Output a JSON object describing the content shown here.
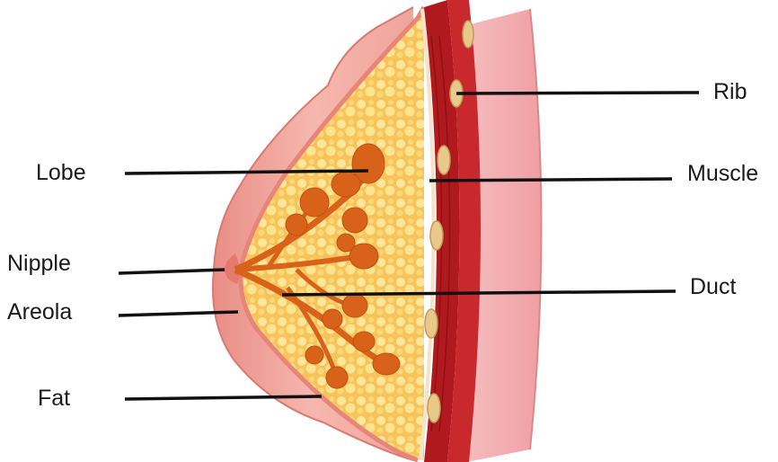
{
  "labels": {
    "lobe": "Lobe",
    "nipple": "Nipple",
    "areola": "Areola",
    "fat": "Fat",
    "rib": "Rib",
    "muscle": "Muscle",
    "duct": "Duct"
  },
  "colors": {
    "skin": "#f2a7a1",
    "skin_dark": "#e07c72",
    "fat": "#f7c35a",
    "fat_light": "#fde79a",
    "gland": "#d9621a",
    "muscle": "#b01a1e",
    "chest_wall": "#f3b3b5",
    "rib": "#e8c98a",
    "leader_line": "#111111"
  }
}
